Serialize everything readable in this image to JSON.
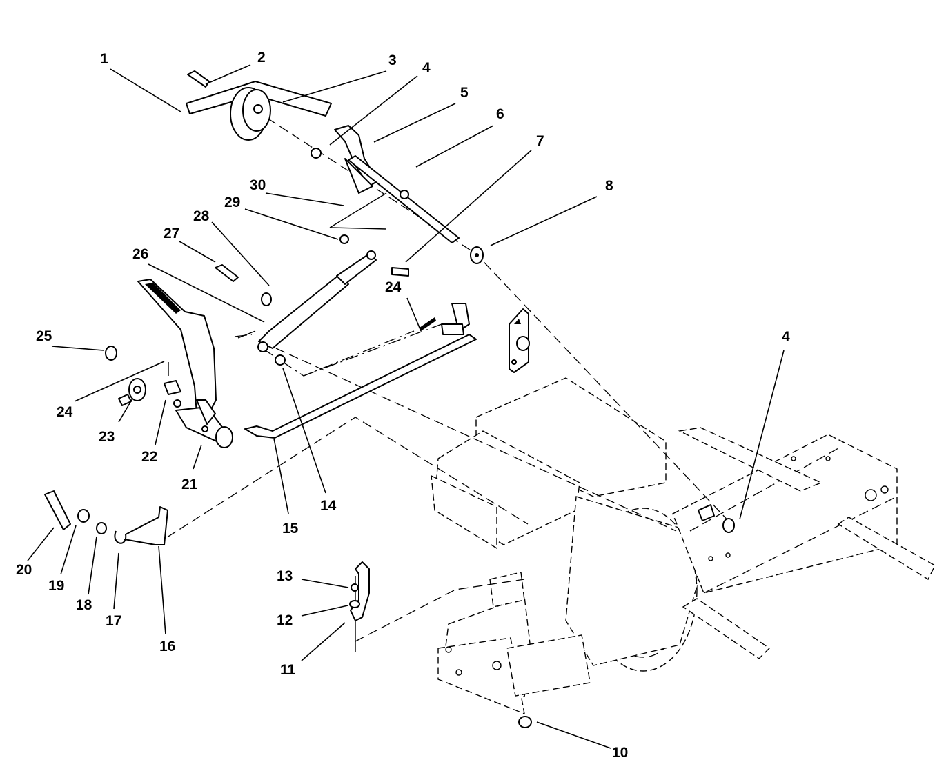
{
  "callouts": [
    {
      "id": "c1",
      "text": "1"
    },
    {
      "id": "c2",
      "text": "2"
    },
    {
      "id": "c3",
      "text": "3"
    },
    {
      "id": "c4a",
      "text": "4"
    },
    {
      "id": "c5",
      "text": "5"
    },
    {
      "id": "c6",
      "text": "6"
    },
    {
      "id": "c7",
      "text": "7"
    },
    {
      "id": "c8",
      "text": "8"
    },
    {
      "id": "c30",
      "text": "30"
    },
    {
      "id": "c29",
      "text": "29"
    },
    {
      "id": "c28",
      "text": "28"
    },
    {
      "id": "c27",
      "text": "27"
    },
    {
      "id": "c26",
      "text": "26"
    },
    {
      "id": "c24a",
      "text": "24"
    },
    {
      "id": "c25",
      "text": "25"
    },
    {
      "id": "c24b",
      "text": "24"
    },
    {
      "id": "c23",
      "text": "23"
    },
    {
      "id": "c22",
      "text": "22"
    },
    {
      "id": "c21",
      "text": "21"
    },
    {
      "id": "c15",
      "text": "15"
    },
    {
      "id": "c14",
      "text": "14"
    },
    {
      "id": "c4b",
      "text": "4"
    },
    {
      "id": "c20",
      "text": "20"
    },
    {
      "id": "c19",
      "text": "19"
    },
    {
      "id": "c18",
      "text": "18"
    },
    {
      "id": "c17",
      "text": "17"
    },
    {
      "id": "c16",
      "text": "16"
    },
    {
      "id": "c13",
      "text": "13"
    },
    {
      "id": "c12",
      "text": "12"
    },
    {
      "id": "c11",
      "text": "11"
    },
    {
      "id": "c10",
      "text": "10"
    }
  ]
}
